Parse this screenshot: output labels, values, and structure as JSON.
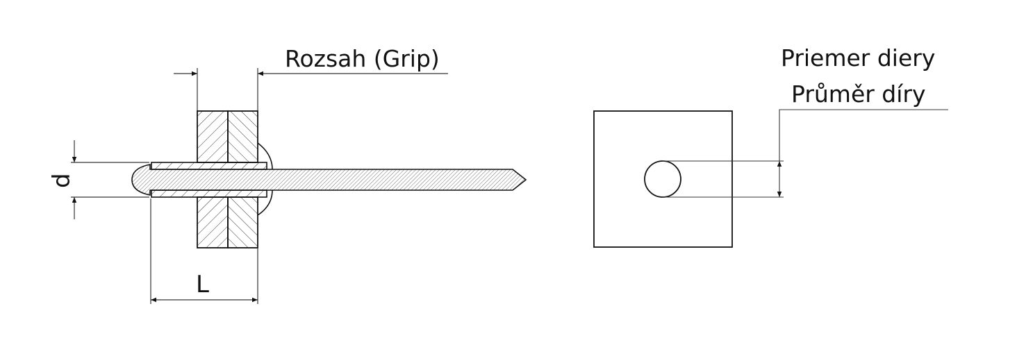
{
  "labels": {
    "grip": "Rozsah (Grip)",
    "diameter": "d",
    "length": "L",
    "hole_diameter_sk": "Priemer diery",
    "hole_diameter_cz": "Průměr díry"
  },
  "colors": {
    "line": "#111111",
    "dimension_line": "#333333",
    "background": "#ffffff"
  }
}
